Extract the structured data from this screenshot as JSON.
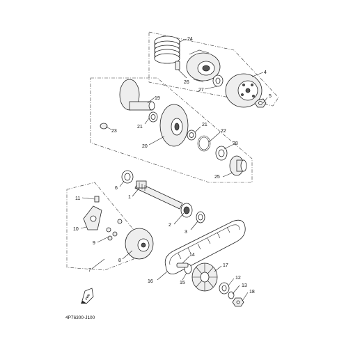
{
  "diagram": {
    "code": "4P76300-J100",
    "fwd_label": "FWD",
    "callouts": [
      {
        "id": "c24",
        "text": "24"
      },
      {
        "id": "c26",
        "text": "26"
      },
      {
        "id": "c27",
        "text": "27"
      },
      {
        "id": "c4",
        "text": "4"
      },
      {
        "id": "c5",
        "text": "5"
      },
      {
        "id": "c19",
        "text": "19"
      },
      {
        "id": "c21a",
        "text": "21"
      },
      {
        "id": "c23",
        "text": "23"
      },
      {
        "id": "c20",
        "text": "20"
      },
      {
        "id": "c21b",
        "text": "21"
      },
      {
        "id": "c22",
        "text": "22"
      },
      {
        "id": "c28",
        "text": "28"
      },
      {
        "id": "c25",
        "text": "25"
      },
      {
        "id": "c6",
        "text": "6"
      },
      {
        "id": "c1",
        "text": "1"
      },
      {
        "id": "c11",
        "text": "11"
      },
      {
        "id": "c2",
        "text": "2"
      },
      {
        "id": "c10",
        "text": "10"
      },
      {
        "id": "c3",
        "text": "3"
      },
      {
        "id": "c9",
        "text": "9"
      },
      {
        "id": "c8",
        "text": "8"
      },
      {
        "id": "c7",
        "text": "7"
      },
      {
        "id": "c14",
        "text": "14"
      },
      {
        "id": "c17",
        "text": "17"
      },
      {
        "id": "c16",
        "text": "16"
      },
      {
        "id": "c15",
        "text": "15"
      },
      {
        "id": "c12",
        "text": "12"
      },
      {
        "id": "c13",
        "text": "13"
      },
      {
        "id": "c18",
        "text": "18"
      }
    ]
  }
}
